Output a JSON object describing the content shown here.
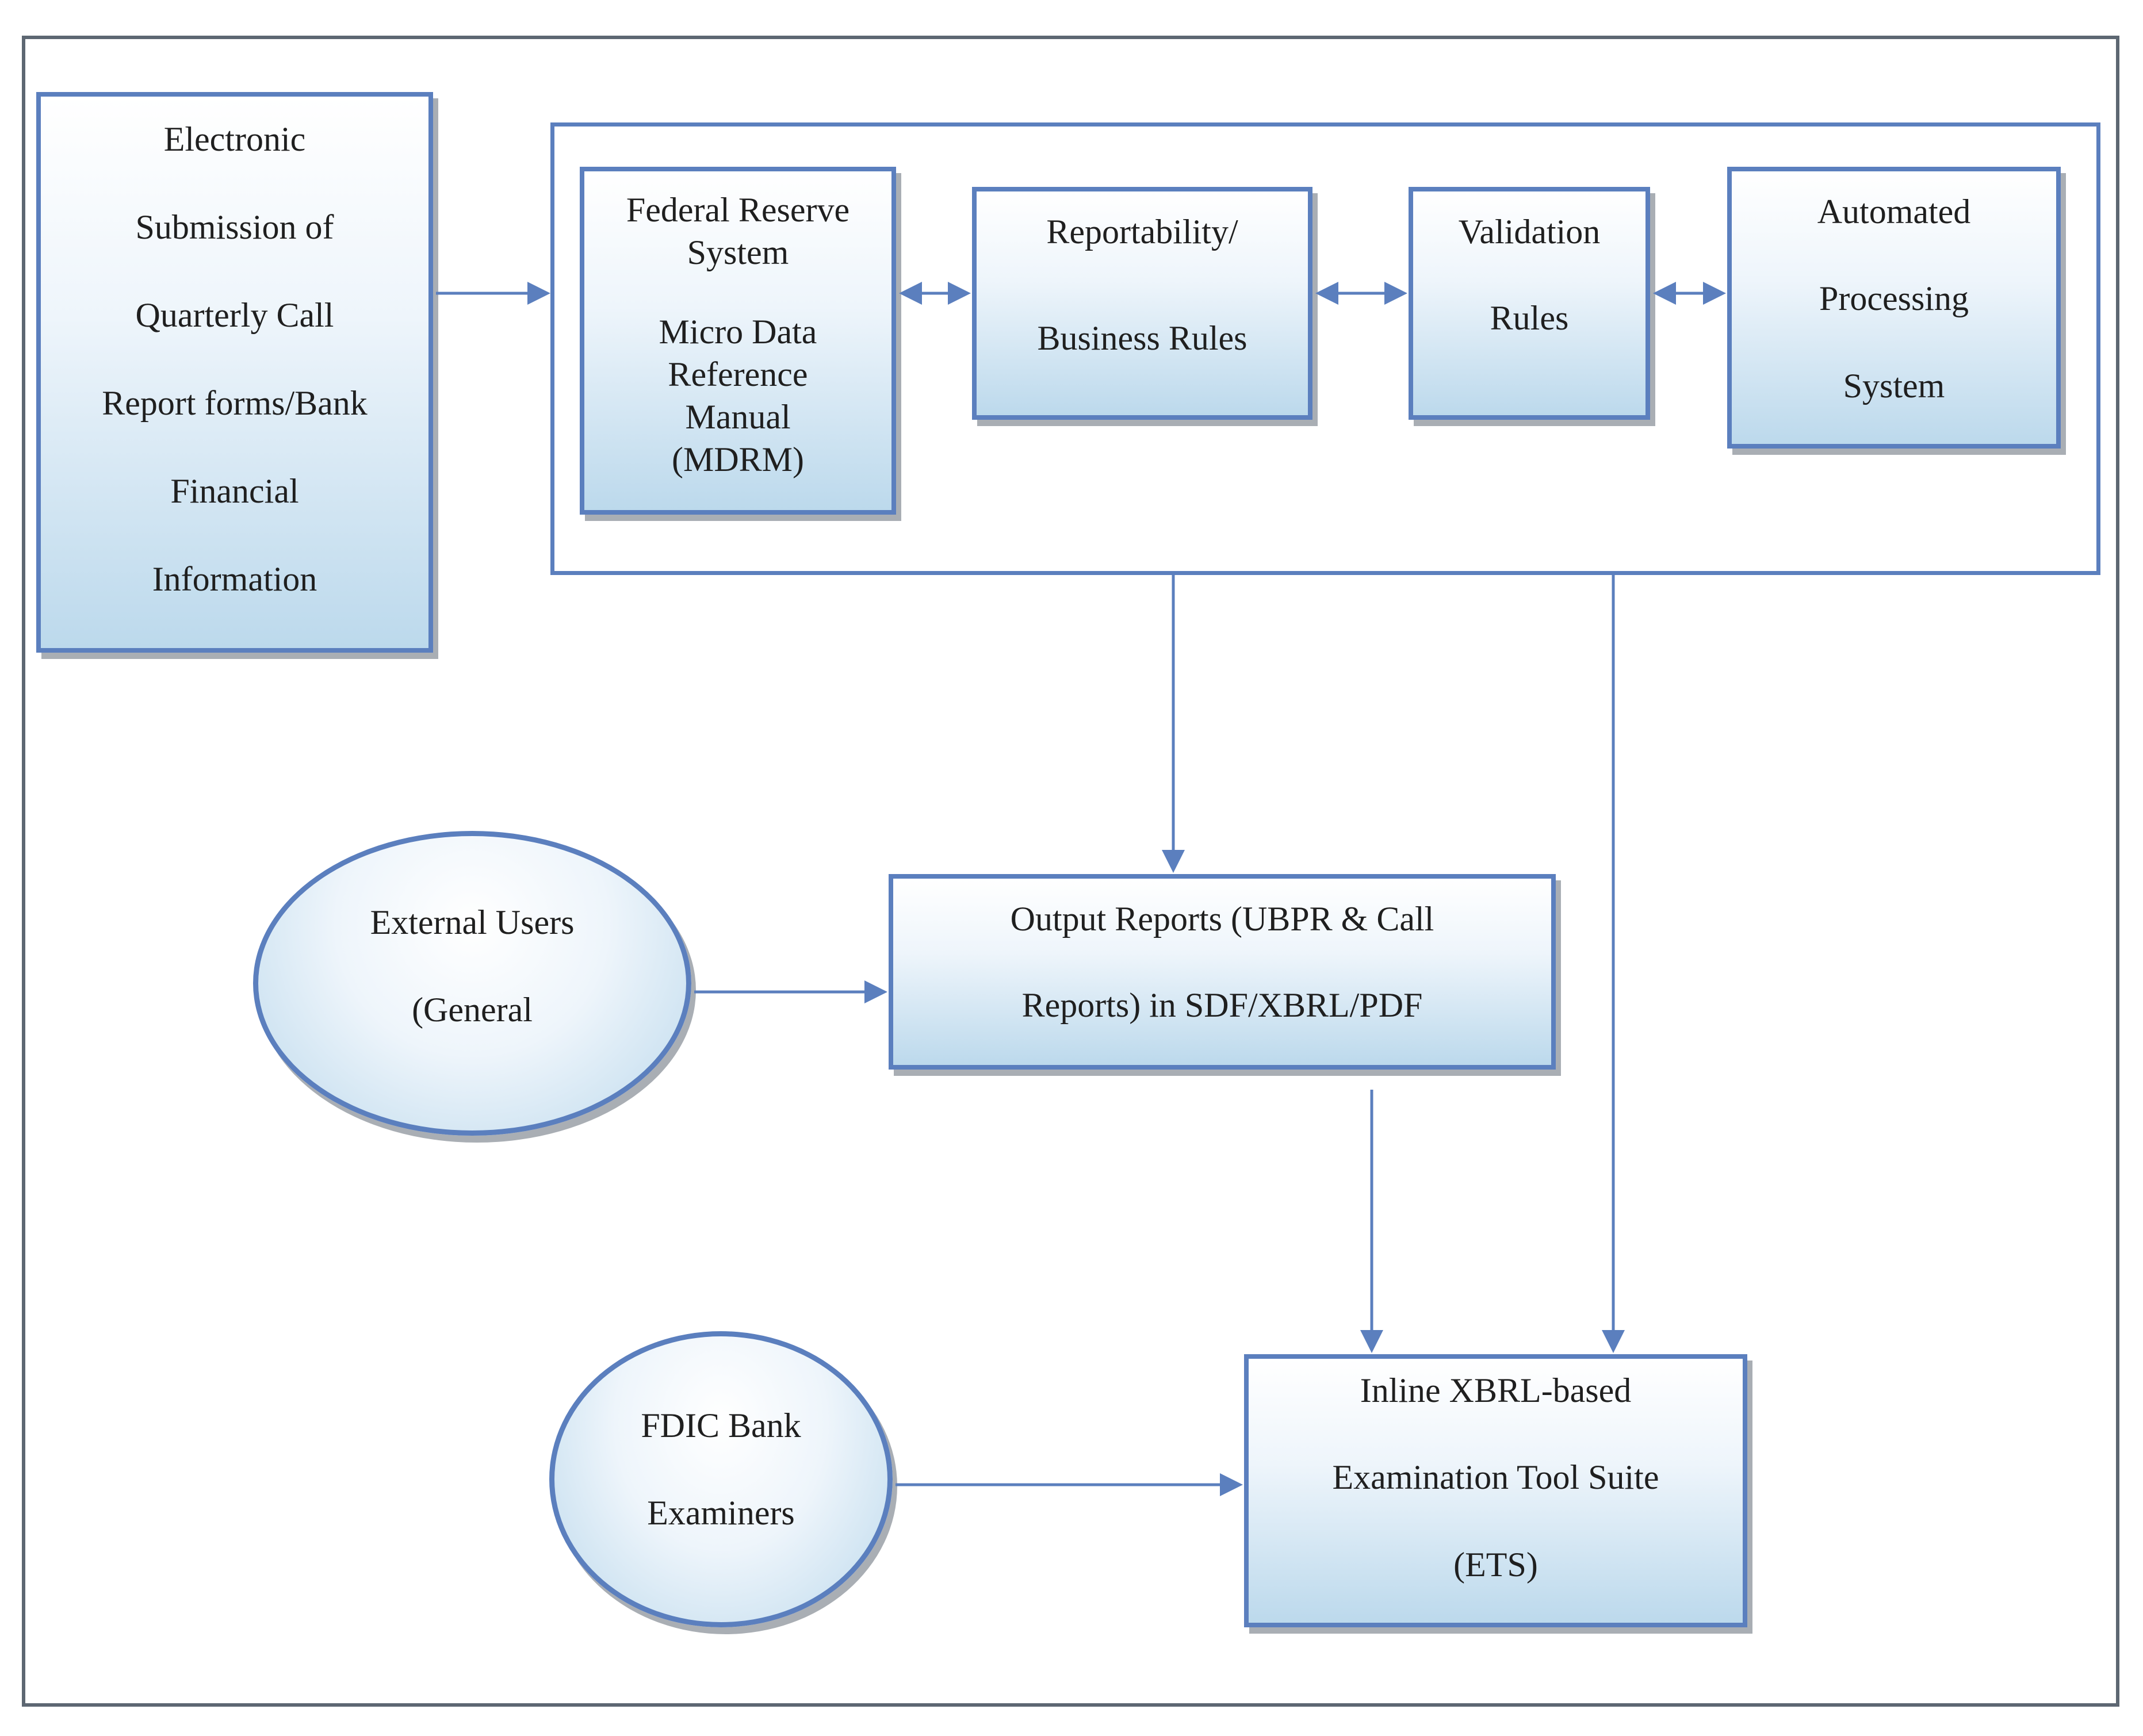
{
  "diagram": {
    "nodes": {
      "electronic_submission": {
        "lines": [
          "Electronic",
          "Submission of",
          "Quarterly Call",
          "Report forms/Bank",
          "Financial",
          "Information"
        ]
      },
      "mdrm": {
        "lines_top": [
          "Federal Reserve",
          "System"
        ],
        "lines_bottom": [
          "Micro Data",
          "Reference",
          "Manual",
          "(MDRM)"
        ]
      },
      "reportability": {
        "lines": [
          "Reportability/",
          "Business Rules"
        ]
      },
      "validation": {
        "lines": [
          "Validation",
          "Rules"
        ]
      },
      "automated": {
        "lines": [
          "Automated",
          "Processing",
          "System"
        ]
      },
      "output_reports": {
        "lines": [
          "Output Reports (UBPR & Call",
          "Reports) in SDF/XBRL/PDF"
        ]
      },
      "ets": {
        "lines": [
          "Inline XBRL-based",
          "Examination Tool Suite",
          "(ETS)"
        ]
      },
      "external_users": {
        "lines": [
          "External Users",
          "(General"
        ]
      },
      "fdic_examiners": {
        "lines": [
          "FDIC Bank",
          "Examiners"
        ]
      }
    },
    "colors": {
      "border": "#5b7fbe",
      "arrow": "#5b7fbe",
      "frame": "#5d6772",
      "fill_light": "#eef5fb",
      "fill_dark": "#bcd9ec",
      "shadow": "#a9aeb4"
    }
  }
}
